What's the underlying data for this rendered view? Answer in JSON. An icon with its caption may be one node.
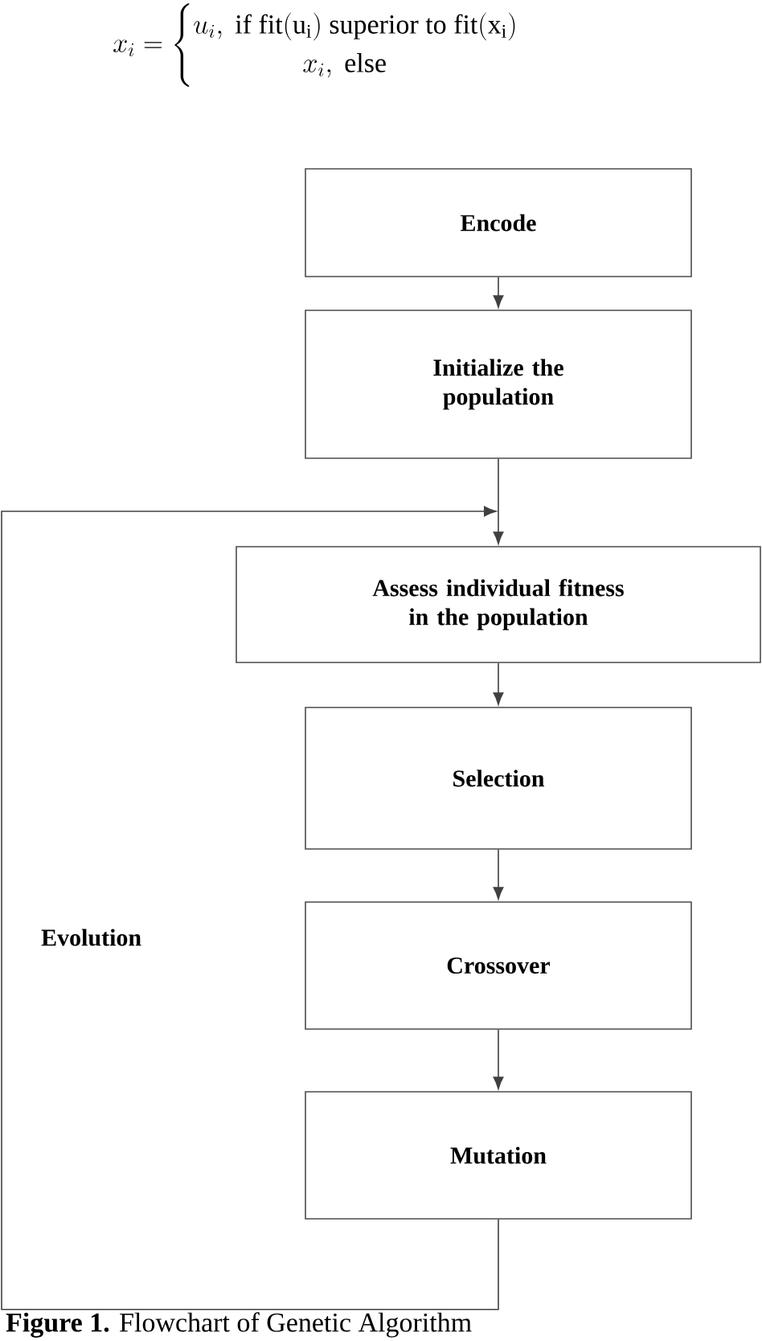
{
  "diagram": {
    "caption": "**Figure 1.** Flowchart of Genetic Algorithm",
    "nodes": [
      {
        "text": [
          "Encode"
        ]
      },
      {
        "text": [
          "Initialize the population"
        ]
      },
      {
        "text": [
          "Assess individual fitness in the population"
        ]
      },
      {
        "text": [
          "Selection"
        ]
      },
      {
        "text": [
          "Crossover"
        ]
      },
      {
        "text": [
          "Mutation"
        ]
      }
    ],
    "edges": [
      {
        "from": 0,
        "to": 1,
        "arrow": "to"
      },
      {
        "from": 1,
        "to": 2,
        "arrow": "to"
      },
      {
        "from": 2,
        "to": 3,
        "arrow": "to"
      },
      {
        "from": 3,
        "to": 4,
        "arrow": "to"
      },
      {
        "from": 4,
        "to": 5,
        "arrow": "to"
      },
      {
        "from": 5,
        "to": 2,
        "arrow": "to"
      }
    ],
    "labels": [
      "x_i=\\begin{cases}u_i,\\ \\mathrm{if\\ fit(u_i)\\ superior\\ to\\ fit(x_i)}\\\\ \\qquad\\qquad x_i,\\ \\mathrm{else}\\end{cases}",
      "Evolution"
    ]
  }
}
